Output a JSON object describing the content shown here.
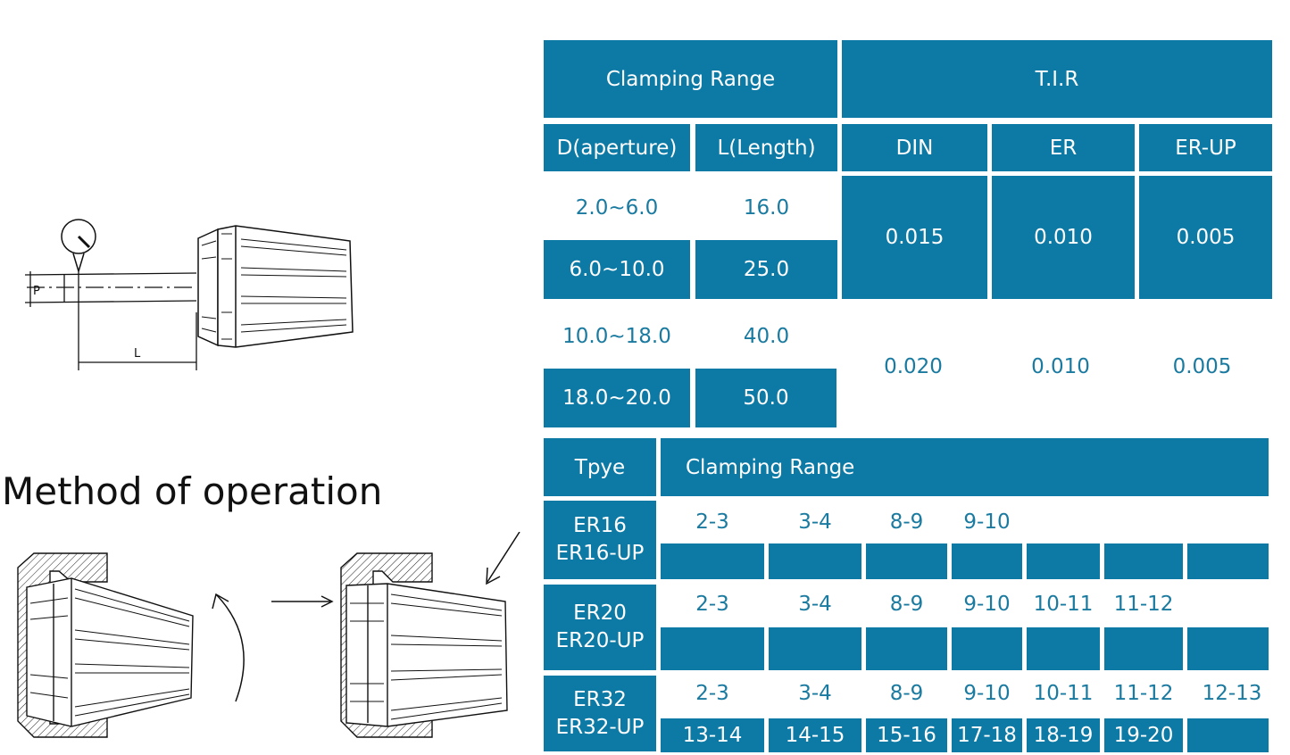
{
  "diagram": {
    "p_label": "P",
    "l_label": "L"
  },
  "section_title": "Method of operation",
  "tir_table": {
    "header_clamping": "Clamping Range",
    "header_tir": "T.I.R",
    "col_d": "D(aperture)",
    "col_l": "L(Length)",
    "col_din": "DIN",
    "col_er": "ER",
    "col_erup": "ER-UP",
    "rows": [
      {
        "d": "2.0~6.0",
        "l": "16.0"
      },
      {
        "d": "6.0~10.0",
        "l": "25.0"
      },
      {
        "d": "10.0~18.0",
        "l": "40.0"
      },
      {
        "d": "18.0~20.0",
        "l": "50.0"
      }
    ],
    "group1": {
      "din": "0.015",
      "er": "0.010",
      "erup": "0.005"
    },
    "group2": {
      "din": "0.020",
      "er": "0.010",
      "erup": "0.005"
    }
  },
  "type_table": {
    "header_type": "Tpye",
    "header_range": "Clamping Range",
    "rows": [
      {
        "type_a": "ER16",
        "type_b": "ER16-UP",
        "line1": [
          "2-3",
          "3-4",
          "8-9",
          "9-10",
          "",
          "",
          ""
        ],
        "line2": [
          "",
          "",
          "",
          "",
          "",
          "",
          ""
        ]
      },
      {
        "type_a": "ER20",
        "type_b": "ER20-UP",
        "line1": [
          "2-3",
          "3-4",
          "8-9",
          "9-10",
          "10-11",
          "11-12",
          ""
        ],
        "line2": [
          "",
          "",
          "",
          "",
          "",
          "",
          ""
        ]
      },
      {
        "type_a": "ER32",
        "type_b": "ER32-UP",
        "line1": [
          "2-3",
          "3-4",
          "8-9",
          "9-10",
          "10-11",
          "11-12",
          "12-13"
        ],
        "line2": [
          "13-14",
          "14-15",
          "15-16",
          "17-18",
          "18-19",
          "19-20",
          ""
        ]
      }
    ]
  },
  "colors": {
    "accent": "#0d7aa5",
    "value_text": "#1a7aa0"
  }
}
